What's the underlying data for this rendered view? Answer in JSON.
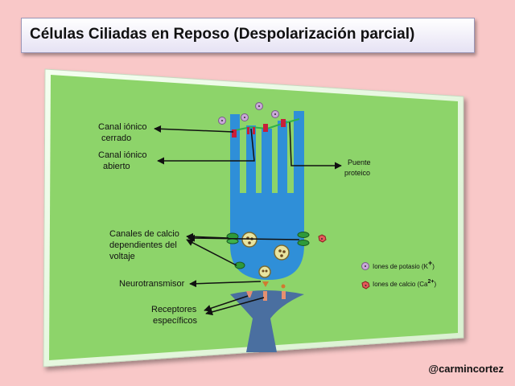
{
  "title": "Células Ciliadas en Reposo (Despolarización parcial)",
  "labels": {
    "canal_cerrado_1": "Canal iónico",
    "canal_cerrado_2": "cerrado",
    "canal_abierto_1": "Canal iónico",
    "canal_abierto_2": "abierto",
    "puente_1": "Puente",
    "puente_2": "proteico",
    "canales_calcio_1": "Canales de calcio",
    "canales_calcio_2": "dependientes del",
    "canales_calcio_3": "voltaje",
    "neurotransmisor": "Neurotransmisor",
    "receptores_1": "Receptores",
    "receptores_2": "específicos"
  },
  "legend": {
    "potasio": "Iones de potasio (K",
    "potasio_sup": "+",
    "calcio": "Iones de calcio (Ca",
    "calcio_sup": "2+",
    "close": ")"
  },
  "credit": "@carmincortez",
  "colors": {
    "background": "#f9c8c8",
    "panel": "#8dd46a",
    "cell": "#2f8fd8",
    "postsynaptic": "#4a6fa0",
    "channel": "#c81e3a",
    "potassium_ion": "#c9a8d8",
    "calcium_ion": "#e45a5a"
  }
}
